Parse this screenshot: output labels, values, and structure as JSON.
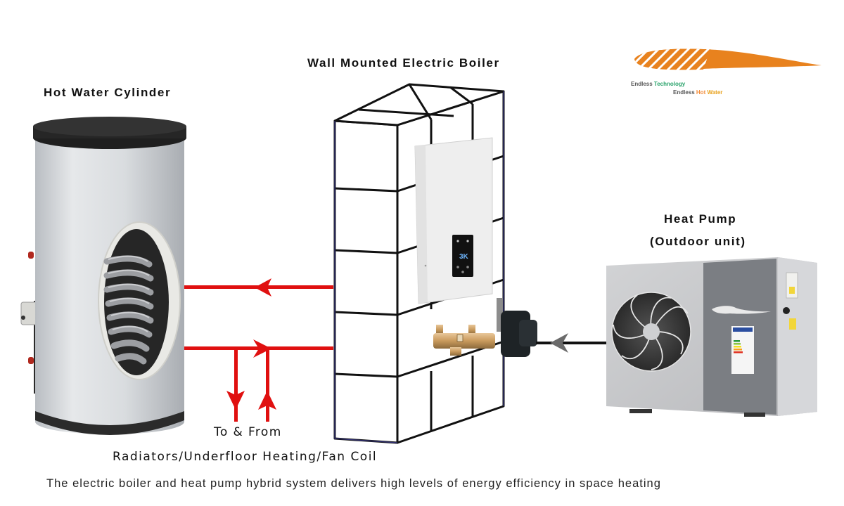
{
  "labels": {
    "hot_water_cylinder": "Hot Water Cylinder",
    "wall_mounted_boiler": "Wall Mounted Electric Boiler",
    "heat_pump": "Heat Pump",
    "heat_pump_sub": "(Outdoor unit)",
    "to_from": "To & From",
    "radiators": "Radiators/Underfloor Heating/Fan Coil"
  },
  "caption": "The electric boiler and heat pump hybrid system delivers high levels of energy efficiency in space heating",
  "logo": {
    "line1_part1": "Endless ",
    "line1_part2": "Technology",
    "line2_part1": "Endless ",
    "line2_part2": "Hot ",
    "line2_part3": "Water",
    "brand_color": "#e8821e",
    "accent_green": "#2aa36b"
  },
  "boiler_display": "3K",
  "colors": {
    "flow_pipe": "#e01010",
    "heat_pump_pipe": "#111111",
    "wall_outline": "#1a1a1a",
    "wall_accent": "#3b3a8a"
  }
}
